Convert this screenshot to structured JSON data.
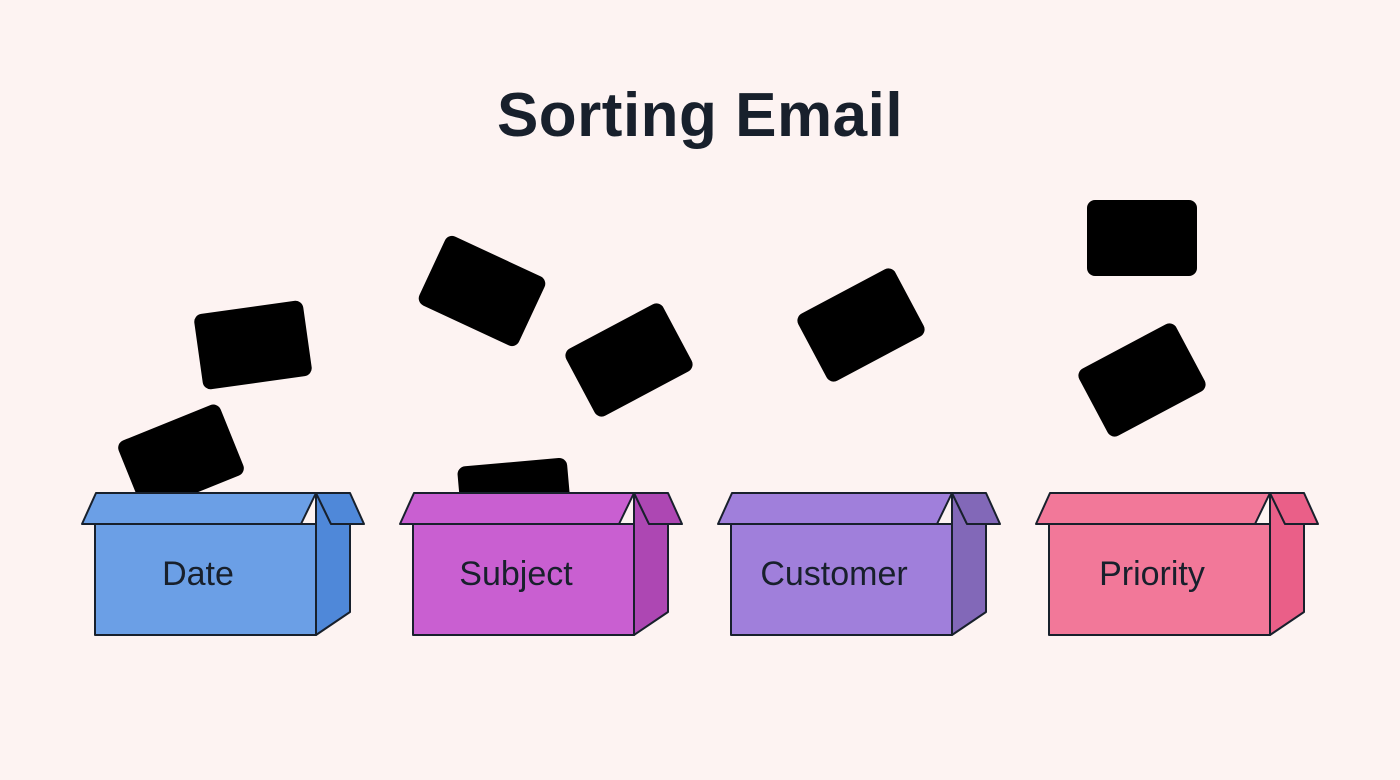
{
  "title": "Sorting Email",
  "colors": {
    "background": "#fdf3f2",
    "envelope": "#fdd0ca",
    "outline": "#18202c"
  },
  "boxes": [
    {
      "label": "Date",
      "front": "#6b9fe6",
      "side": "#4f88d9"
    },
    {
      "label": "Subject",
      "front": "#c95fd1",
      "side": "#ad47b3"
    },
    {
      "label": "Customer",
      "front": "#a07fdb",
      "side": "#8268b8"
    },
    {
      "label": "Priority",
      "front": "#f27899",
      "side": "#ea5f88"
    }
  ]
}
